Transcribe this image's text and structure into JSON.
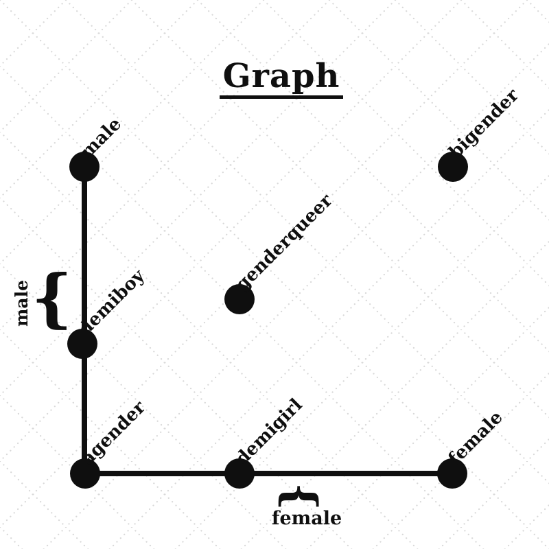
{
  "title": "Graph",
  "graph": {
    "nodes": [
      {
        "id": "male",
        "label": "male"
      },
      {
        "id": "bigender",
        "label": "bigender"
      },
      {
        "id": "genderqueer",
        "label": "genderqueer"
      },
      {
        "id": "demiboy",
        "label": "demiboy"
      },
      {
        "id": "agender",
        "label": "agender"
      },
      {
        "id": "demigirl",
        "label": "demigirl"
      },
      {
        "id": "female",
        "label": "female"
      }
    ],
    "edges": [
      {
        "from": "male",
        "to": "demiboy"
      },
      {
        "from": "demiboy",
        "to": "agender"
      },
      {
        "from": "agender",
        "to": "demigirl"
      },
      {
        "from": "demigirl",
        "to": "female"
      }
    ]
  },
  "annotations": {
    "left_brace_glyph": "{",
    "left_brace_label": "male",
    "bottom_brace_glyph": "{",
    "bottom_brace_label": "female"
  },
  "colors": {
    "ink": "#0f0f0f",
    "bg": "#ffffff",
    "pattern": "#d8d8d8"
  }
}
